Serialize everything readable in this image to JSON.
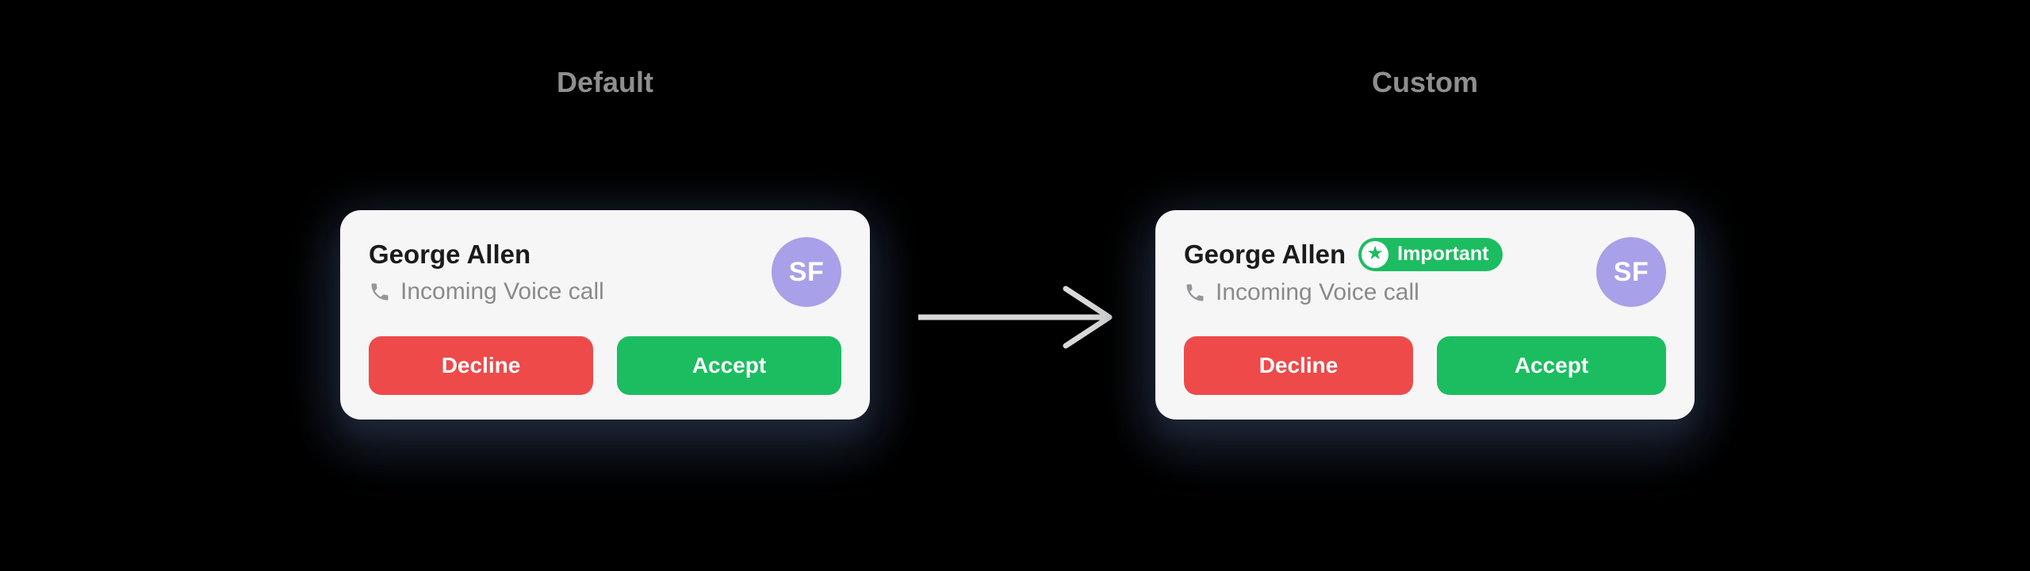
{
  "colors": {
    "bg": "#000000",
    "heading_gray": "#8f8f8f",
    "card_bg": "#f6f6f7",
    "text_primary": "#1b1b1d",
    "text_secondary": "#8a8a8a",
    "icon_gray": "#97979b",
    "danger_red": "#ee4a4a",
    "accent_green": "#1cbd61",
    "avatar_purple": "#a8a0e8",
    "arrow_gray": "#d9d9d9"
  },
  "icons": {
    "call_type": "phone-icon",
    "badge": "star-icon",
    "between_panels": "arrow-right-icon"
  },
  "panels": [
    {
      "label": "Default",
      "card": {
        "name": "George Allen",
        "call_type": "Incoming Voice call",
        "avatar_initials": "SF",
        "buttons": {
          "decline": "Decline",
          "accept": "Accept"
        }
      }
    },
    {
      "label": "Custom",
      "card": {
        "name": "George Allen",
        "badge": {
          "icon": "star-icon",
          "label": "Important"
        },
        "call_type": "Incoming Voice call",
        "avatar_initials": "SF",
        "buttons": {
          "decline": "Decline",
          "accept": "Accept"
        }
      }
    }
  ]
}
